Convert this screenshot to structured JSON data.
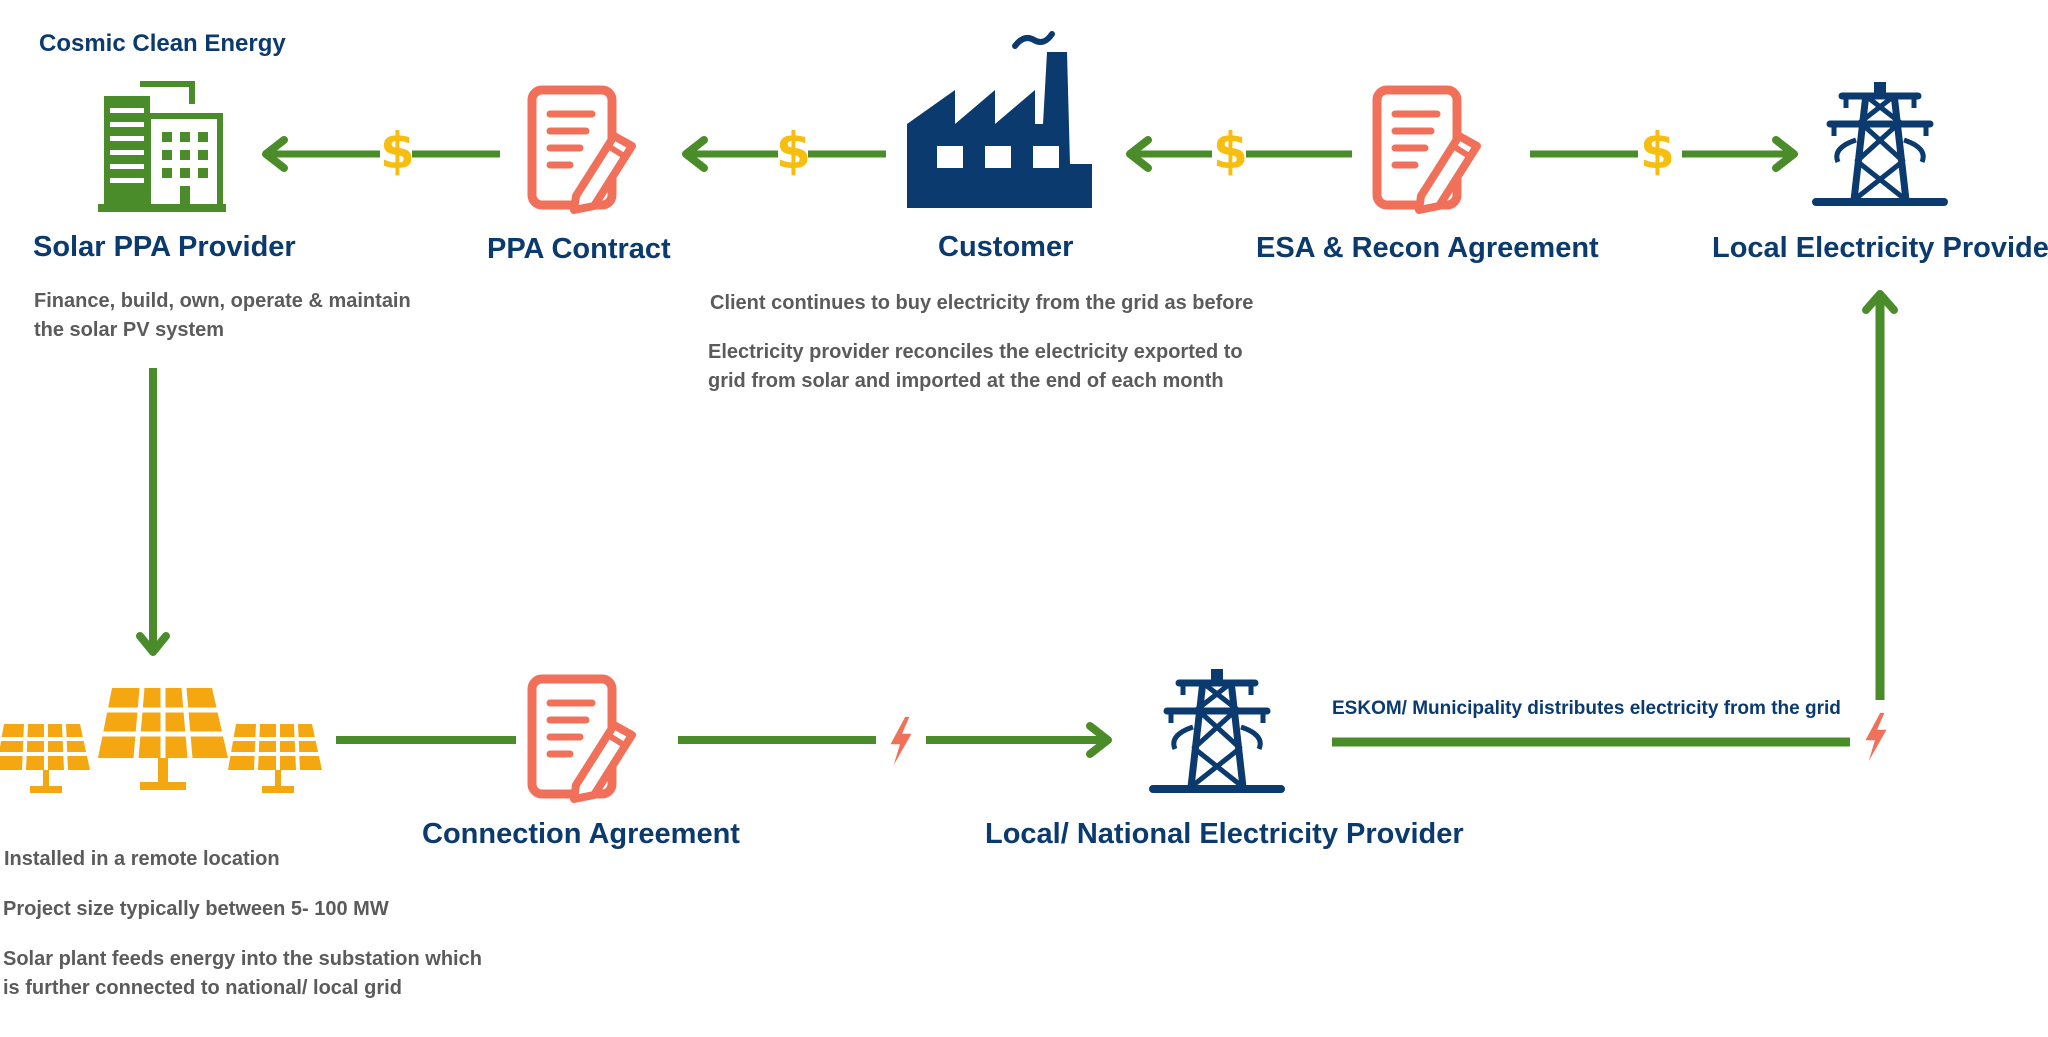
{
  "brand": "Cosmic Clean Energy",
  "colors": {
    "flow_green": "#4a8c2a",
    "document_coral": "#f0705a",
    "navy": "#0b3a6e",
    "money_yellow": "#f7be10",
    "solar_orange": "#f5a711",
    "building_green": "#4a8c2a",
    "text_gray": "#5b5b5b"
  },
  "nodes": {
    "solar_ppa_provider": {
      "label": "Solar PPA Provider",
      "icon": "office-building-icon"
    },
    "ppa_contract": {
      "label": "PPA Contract",
      "icon": "contract-document-icon"
    },
    "customer": {
      "label": "Customer",
      "icon": "factory-icon"
    },
    "esa_recon_agreement": {
      "label": "ESA & Recon Agreement",
      "icon": "contract-document-icon"
    },
    "local_electricity_provider": {
      "label": "Local Electricity Provider",
      "icon": "transmission-tower-icon"
    },
    "connection_agreement": {
      "label": "Connection Agreement",
      "icon": "contract-document-icon"
    },
    "local_national_provider": {
      "label": "Local/ National Electricity Provider",
      "icon": "transmission-tower-icon"
    },
    "solar_farm": {
      "icon": "solar-panels-icon"
    }
  },
  "descriptions": {
    "solar_ppa_provider": "Finance, build, own, operate & maintain\nthe solar PV system",
    "customer_1": "Client continues to buy electricity from the grid as before",
    "customer_2": "Electricity provider reconciles the electricity exported to\ngrid from solar and imported at the end of each month",
    "solar_farm_1": "Installed in a remote location",
    "solar_farm_2": "Project size typically between 5- 100 MW",
    "solar_farm_3": "Solar plant feeds energy into the substation which\nis further connected to national/ local grid"
  },
  "grid_note": "ESKOM/ Municipality distributes electricity from the grid",
  "money_symbol": "$",
  "flow_symbols": {
    "payment": "dollar-icon",
    "energy": "lightning-bolt-icon"
  }
}
